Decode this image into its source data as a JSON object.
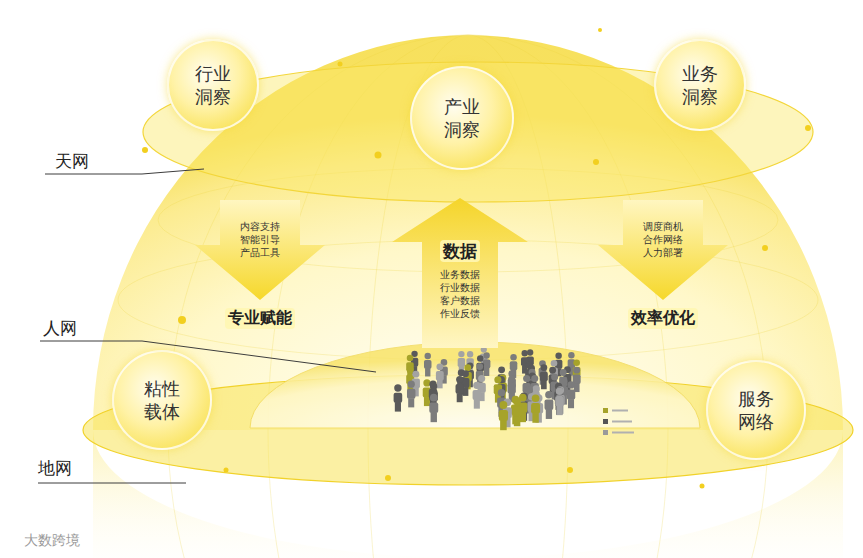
{
  "diagram": {
    "nodes": [
      {
        "text": [
          "行业洞察"
        ]
      },
      {
        "text": [
          "产业洞察"
        ]
      },
      {
        "text": [
          "业务洞察"
        ]
      },
      {
        "text": [
          "内容支持 智能引导 产品工具",
          "专业赋能"
        ]
      },
      {
        "text": [
          "数据",
          "业务数据 行业数据 客户数据 作业反馈"
        ]
      },
      {
        "text": [
          "调度商机 合作网络 人力部署",
          "效率优化"
        ]
      },
      {
        "text": [
          "粘性载体"
        ]
      },
      {
        "text": [
          "服务网络"
        ]
      }
    ],
    "labels": [
      "天网",
      "人网",
      "地网",
      "大数跨境"
    ]
  }
}
